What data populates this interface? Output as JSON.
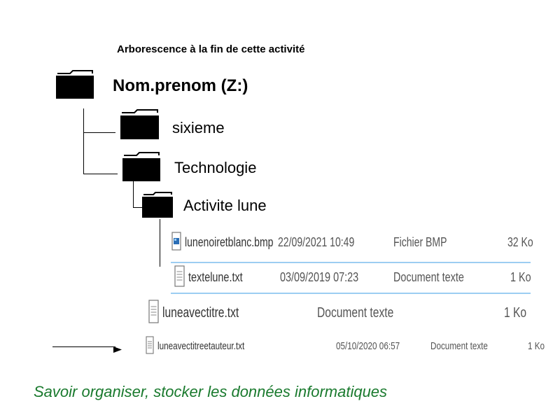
{
  "title": "Arborescence à la fin de cette activité",
  "tree": {
    "root": {
      "label": "Nom.prenom (Z:)",
      "icon": "folder-icon"
    },
    "folders": [
      {
        "label": "sixieme",
        "icon": "folder-icon"
      },
      {
        "label": "Technologie",
        "icon": "folder-icon"
      },
      {
        "label": "Activite lune",
        "icon": "folder-icon"
      }
    ]
  },
  "files": [
    {
      "name": "lunenoiretblanc.bmp",
      "date": "22/09/2021 10:49",
      "type": "Fichier BMP",
      "size": "32 Ko",
      "icon": "bmp-file-icon"
    },
    {
      "name": "textelune.txt",
      "date": "03/09/2019 07:23",
      "type": "Document texte",
      "size": "1 Ko",
      "icon": "text-file-icon"
    },
    {
      "name": "luneavectitre.txt",
      "date": "",
      "type": "Document texte",
      "size": "1 Ko",
      "icon": "text-file-icon"
    },
    {
      "name": "luneavectitreetauteur.txt",
      "date": "05/10/2020 06:57",
      "type": "Document texte",
      "size": "1 Ko",
      "icon": "text-file-icon"
    }
  ],
  "footer": "Savoir organiser, stocker les données informatiques",
  "colors": {
    "footer": "#1a7a2e",
    "separator": "#9ccdf2",
    "folder": "#000000"
  }
}
